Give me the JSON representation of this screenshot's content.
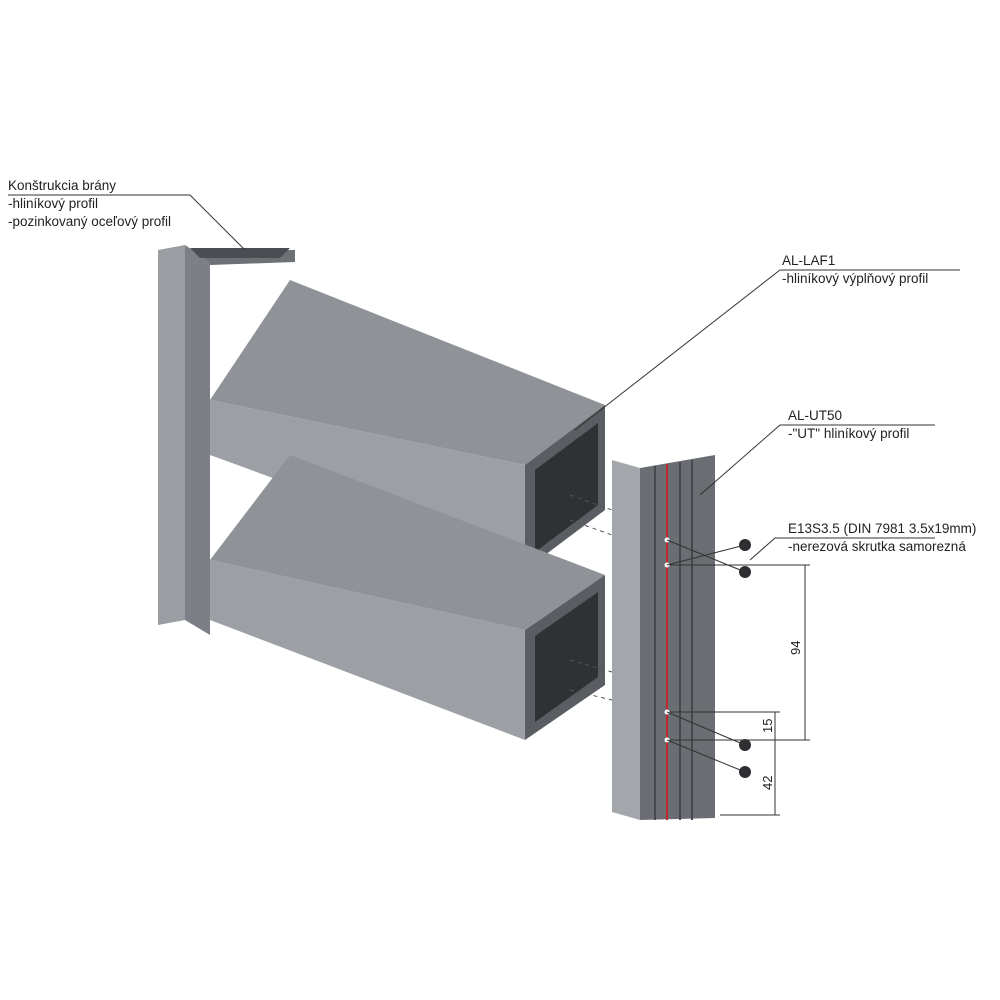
{
  "labels": {
    "gate": {
      "title": "Konštrukcia brány",
      "lines": [
        "-hliníkový profil",
        "-pozinkovaný oceľový profil"
      ]
    },
    "laf1": {
      "title": "AL-LAF1",
      "lines": [
        "-hliníkový výplňový profil"
      ]
    },
    "ut50": {
      "title": "AL-UT50",
      "lines": [
        "-\"UT\" hliníkový profil"
      ]
    },
    "screw": {
      "title": "E13S3.5 (DIN 7981 3.5x19mm)",
      "lines": [
        "-nerezová skrutka samorezná"
      ]
    }
  },
  "dimensions": {
    "spacing": "94",
    "offset": "15",
    "pitch": "42"
  },
  "colors": {
    "profile": "#8a8d92",
    "profile_dark": "#5f6268",
    "profile_light": "#a3a6ab",
    "accent_line": "#c0282a"
  }
}
